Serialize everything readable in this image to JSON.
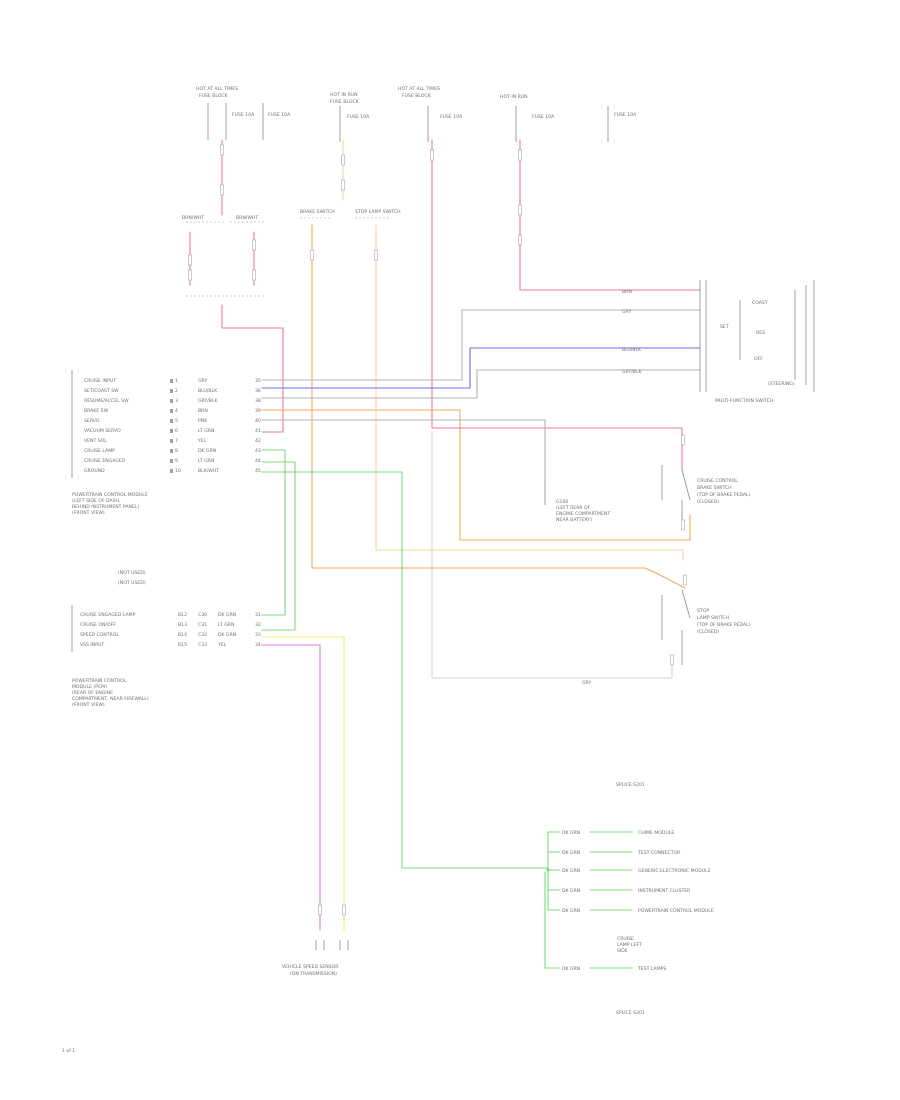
{
  "colors": {
    "red": "#ef7a92",
    "orange": "#f5a85c",
    "lt_orange": "#f5d6a4",
    "blue": "#6d6de6",
    "green": "#7cdc7c",
    "pink": "#e27ae8",
    "yellow": "#ecec6c",
    "gray": "#b5b5b5",
    "lt_gray": "#d5d5d5"
  },
  "top_labels": [
    {
      "l1": "HOT AT ALL TIMES",
      "l2": "FUSE BLOCK"
    },
    {
      "l1": "HOT IN RUN",
      "l2": "FUSE BLOCK"
    },
    {
      "l1": "HOT AT ALL TIMES",
      "l2": "FUSE BLOCK"
    },
    {
      "l1": "HOT IN RUN",
      "l2": ""
    }
  ],
  "fuse_notes": [
    {
      "text": "FUSE 10A"
    },
    {
      "text": "FUSE 10A"
    },
    {
      "text": "FUSE 10A"
    },
    {
      "text": "FUSE 10A"
    },
    {
      "text": "FUSE 10A"
    },
    {
      "text": "FUSE 10A"
    }
  ],
  "connector_top": {
    "left": "BRN/WHT",
    "right": "BRN/WHT"
  },
  "mid_labels": [
    {
      "text": "BRAKE SWITCH"
    },
    {
      "text": "STOP LAMP SWITCH"
    }
  ],
  "pcm_pins": [
    {
      "name": "CRUISE INPUT",
      "pin": "1",
      "wire": "GRY",
      "num": "35"
    },
    {
      "name": "SET/COAST SW",
      "pin": "2",
      "wire": "BLU/BLK",
      "num": "36"
    },
    {
      "name": "RESUME/ACCEL SW",
      "pin": "3",
      "wire": "GRY/BLK",
      "num": "38"
    },
    {
      "name": "BRAKE SW",
      "pin": "4",
      "wire": "BRN",
      "num": "39"
    },
    {
      "name": "SERVO",
      "pin": "5",
      "wire": "PNK",
      "num": "40"
    },
    {
      "name": "VACUUM SERVO",
      "pin": "6",
      "wire": "LT GRN",
      "num": "41"
    },
    {
      "name": "VENT SOL",
      "pin": "7",
      "wire": "YEL",
      "num": "42"
    },
    {
      "name": "CRUISE LAMP",
      "pin": "8",
      "wire": "DK GRN",
      "num": "43"
    },
    {
      "name": "CRUISE ENGAGED",
      "pin": "9",
      "wire": "LT GRN",
      "num": "44"
    },
    {
      "name": "GROUND",
      "pin": "10",
      "wire": "BLK/WHT",
      "num": "45"
    }
  ],
  "pcm_title": [
    "POWERTRAIN CONTROL MODULE",
    "(LEFT SIDE OF DASH,",
    "BEHIND INSTRUMENT PANEL)",
    "(FRONT VIEW)"
  ],
  "gap_labels": [
    "(NOT USED)",
    "(NOT USED)"
  ],
  "tcm_pins": [
    {
      "name": "CRUISE ENGAGED LAMP",
      "a": "B12",
      "b": "C30",
      "wire": "DK GRN",
      "num": "31"
    },
    {
      "name": "CRUISE ON/OFF",
      "a": "B13",
      "b": "C31",
      "wire": "LT GRN",
      "num": "32"
    },
    {
      "name": "SPEED CONTROL",
      "a": "B14",
      "b": "C32",
      "wire": "DK GRN",
      "num": "33"
    },
    {
      "name": "VSS INPUT",
      "a": "B15",
      "b": "C33",
      "wire": "YEL",
      "num": "34"
    }
  ],
  "tcm_title": [
    "POWERTRAIN CONTROL",
    "MODULE (PCM)",
    "(REAR OF ENGINE",
    "COMPARTMENT, NEAR FIREWALL)",
    "(FRONT VIEW)"
  ],
  "switch": {
    "wires": [
      {
        "label": "BRN"
      },
      {
        "label": "GRY"
      },
      {
        "label": "BLU/BLK"
      },
      {
        "label": "GRY/BLK"
      }
    ],
    "inner": [
      "SET",
      "COAST",
      "RES",
      "OFF"
    ],
    "label": "(STEERING)",
    "title": "MULTI-FUNCTION SWITCH"
  },
  "brake_switch": {
    "title": [
      "CRUISE CONTROL",
      "BRAKE SWITCH",
      "(TOP OF BRAKE PEDAL)",
      "(CLOSED)"
    ]
  },
  "stop_switch": {
    "title": [
      "STOP",
      "LAMP SWITCH",
      "(TOP OF BRAKE PEDAL)",
      "(CLOSED)"
    ]
  },
  "ground_note": [
    "G100",
    "(LEFT REAR OF",
    "ENGINE COMPARTMENT",
    "NEAR BATTERY)"
  ],
  "splice": {
    "top_label": "SPLICE S201",
    "bottom_label": "SPLICE S201",
    "note": [
      "CRUISE",
      "LAMP LEFT",
      "SIDE"
    ],
    "branches": [
      {
        "wire": "DK GRN",
        "dest": "CHIME MODULE"
      },
      {
        "wire": "DK GRN",
        "dest": "TEST CONNECTOR"
      },
      {
        "wire": "DK GRN",
        "dest": "GENERIC ELECTRONIC MODULE"
      },
      {
        "wire": "DK GRN",
        "dest": "INSTRUMENT CLUSTER"
      },
      {
        "wire": "DK GRN",
        "dest": "POWERTRAIN CONTROL MODULE"
      },
      {
        "wire": "DK GRN",
        "dest": "TEST LAMPS"
      }
    ]
  },
  "vss": {
    "title": [
      "VEHICLE SPEED SENSOR",
      "(ON TRANSMISSION)"
    ]
  },
  "gray_label": "GRY",
  "page_num": "1 of 1"
}
